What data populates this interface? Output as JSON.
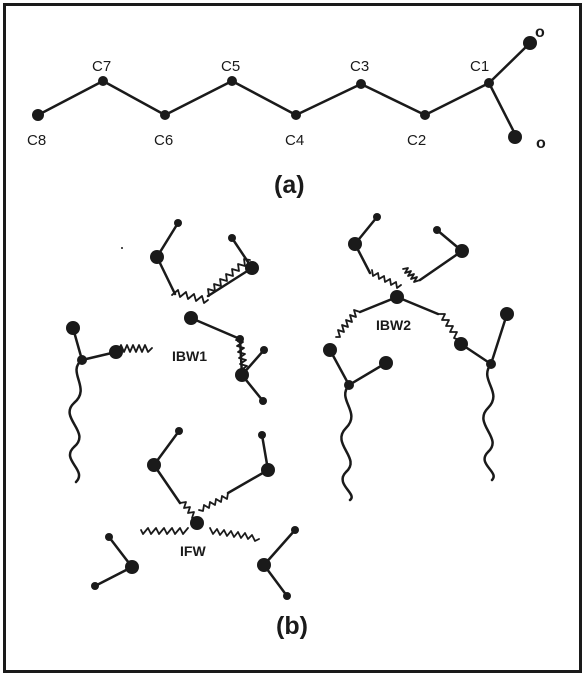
{
  "panel_a": {
    "caption": "(a)",
    "atoms": {
      "c1": "C1",
      "c2": "C2",
      "c3": "C3",
      "c4": "C4",
      "c5": "C5",
      "c6": "C6",
      "c7": "C7",
      "c8": "C8",
      "o_top": "o",
      "o_bottom": "o"
    }
  },
  "panel_b": {
    "caption": "(b)",
    "clusters": {
      "ibw1": "IBW1",
      "ibw2": "IBW2",
      "ifw": "IFW"
    }
  }
}
